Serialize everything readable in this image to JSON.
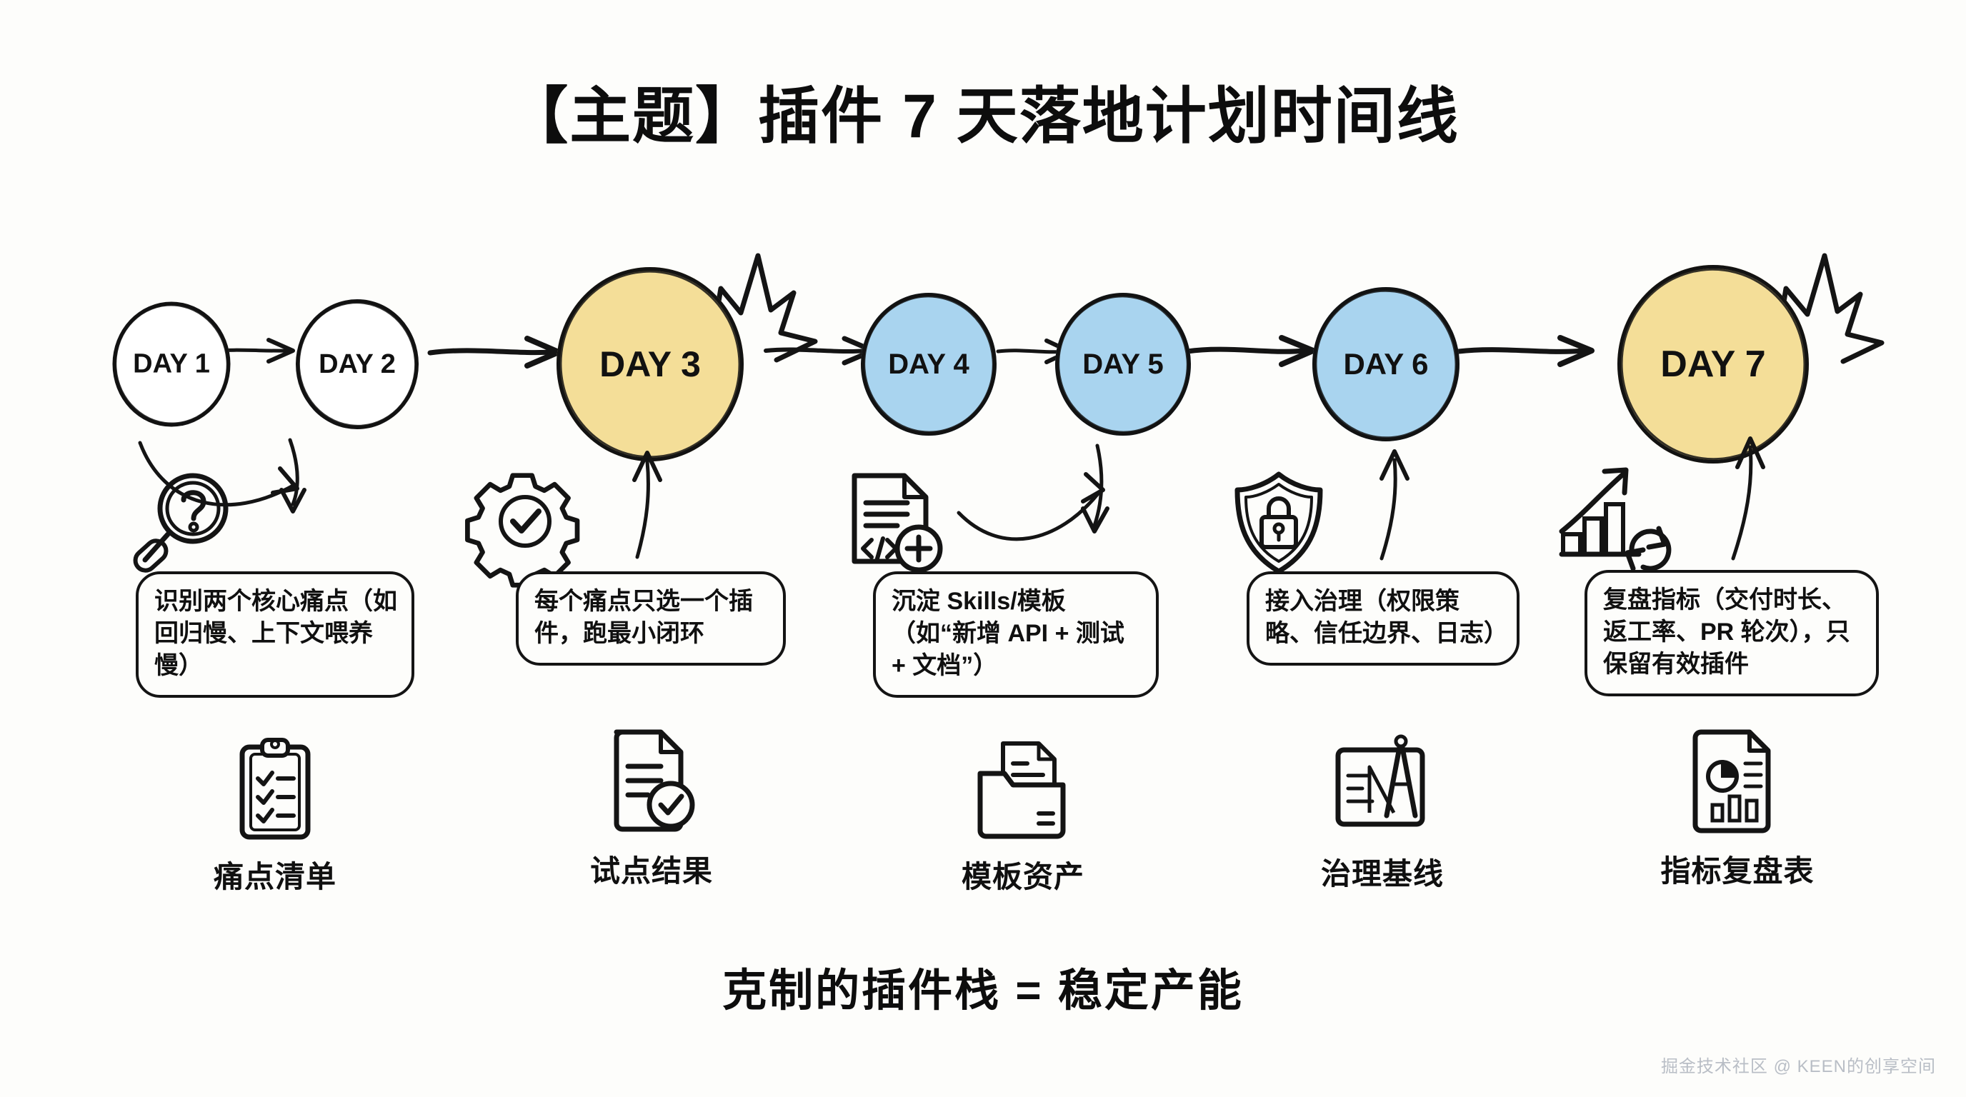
{
  "title": "【主题】插件 7 天落地计划时间线",
  "footer": "克制的插件栈 = 稳定产能",
  "watermark": "掘金技术社区 @ KEEN的创享空间",
  "colors": {
    "background": "#fdfdfb",
    "ink": "#121212",
    "day_white": "#ffffff",
    "day_blue": "#a9d4ef",
    "day_yellow": "#f4de98",
    "watermark_gray": "#b9bec6"
  },
  "timeline": {
    "nodes": [
      {
        "label": "DAY 1",
        "style": "white",
        "highlight": false
      },
      {
        "label": "DAY 2",
        "style": "white",
        "highlight": false
      },
      {
        "label": "DAY 3",
        "style": "yellow",
        "highlight": true
      },
      {
        "label": "DAY 4",
        "style": "blue",
        "highlight": false
      },
      {
        "label": "DAY 5",
        "style": "blue",
        "highlight": false
      },
      {
        "label": "DAY 6",
        "style": "blue",
        "highlight": false
      },
      {
        "label": "DAY 7",
        "style": "yellow",
        "highlight": true
      }
    ]
  },
  "steps": [
    {
      "icon": "magnifier-question-icon",
      "text": "识别两个核心痛点（如回归慢、上下文喂养慢）"
    },
    {
      "icon": "gear-check-icon",
      "text": "每个痛点只选一个插件，跑最小闭环"
    },
    {
      "icon": "code-file-plus-icon",
      "text": "沉淀 Skills/模板（如“新增 API + 测试 + 文档”）"
    },
    {
      "icon": "shield-lock-icon",
      "text": "接入治理（权限策略、信任边界、日志）"
    },
    {
      "icon": "growth-chart-refresh-icon",
      "text": "复盘指标（交付时长、返工率、PR 轮次），只保留有效插件"
    }
  ],
  "deliverables": [
    {
      "icon": "clipboard-checklist-icon",
      "label": "痛点清单"
    },
    {
      "icon": "document-check-icon",
      "label": "试点结果"
    },
    {
      "icon": "folder-document-icon",
      "label": "模板资产"
    },
    {
      "icon": "blueprint-compass-icon",
      "label": "治理基线"
    },
    {
      "icon": "report-chart-icon",
      "label": "指标复盘表"
    }
  ]
}
